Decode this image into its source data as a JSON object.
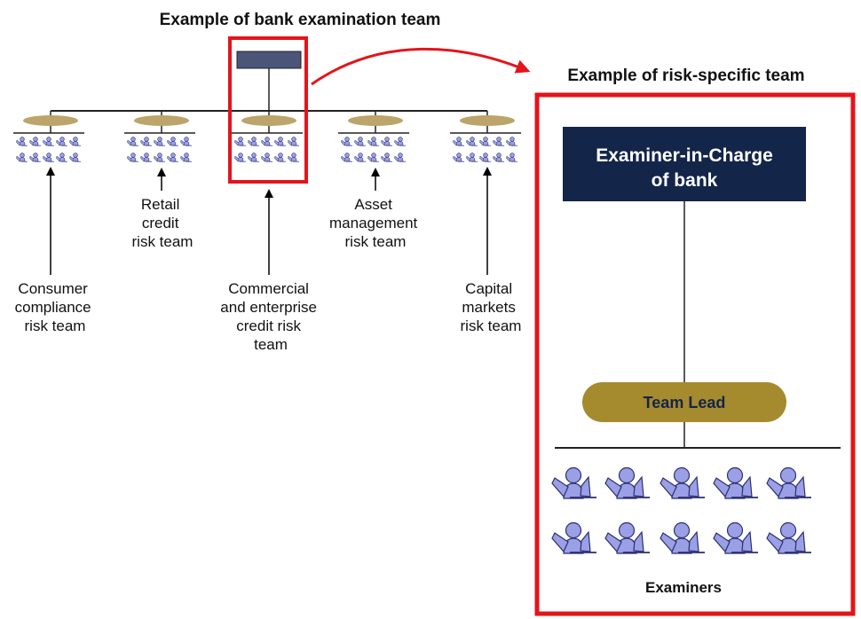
{
  "titles": {
    "bank_team": "Example of bank examination team",
    "risk_team": "Example of risk-specific team"
  },
  "left_teams": [
    {
      "label_lines": [
        "Consumer",
        "compliance",
        "risk team"
      ]
    },
    {
      "label_lines": [
        "Retail",
        "credit",
        "risk team"
      ]
    },
    {
      "label_lines": [
        "Commercial",
        "and enterprise",
        "credit risk",
        "team"
      ]
    },
    {
      "label_lines": [
        "Asset",
        "management",
        "risk team"
      ]
    },
    {
      "label_lines": [
        "Capital",
        "markets",
        "risk team"
      ]
    }
  ],
  "right_panel": {
    "eic_lines": [
      "Examiner-in-Charge",
      "of bank"
    ],
    "team_lead": "Team Lead",
    "examiners": "Examiners"
  },
  "colors": {
    "navy": "#14254a",
    "gold": "#a68a2e",
    "gold_small": "#bca46a",
    "red": "#e3141b",
    "person_fill": "#9b9fe6",
    "person_stroke": "#2a2f6e",
    "line": "#222222",
    "small_navy": "#4b5578"
  },
  "icons": {
    "person": "person-at-desk-icon"
  }
}
